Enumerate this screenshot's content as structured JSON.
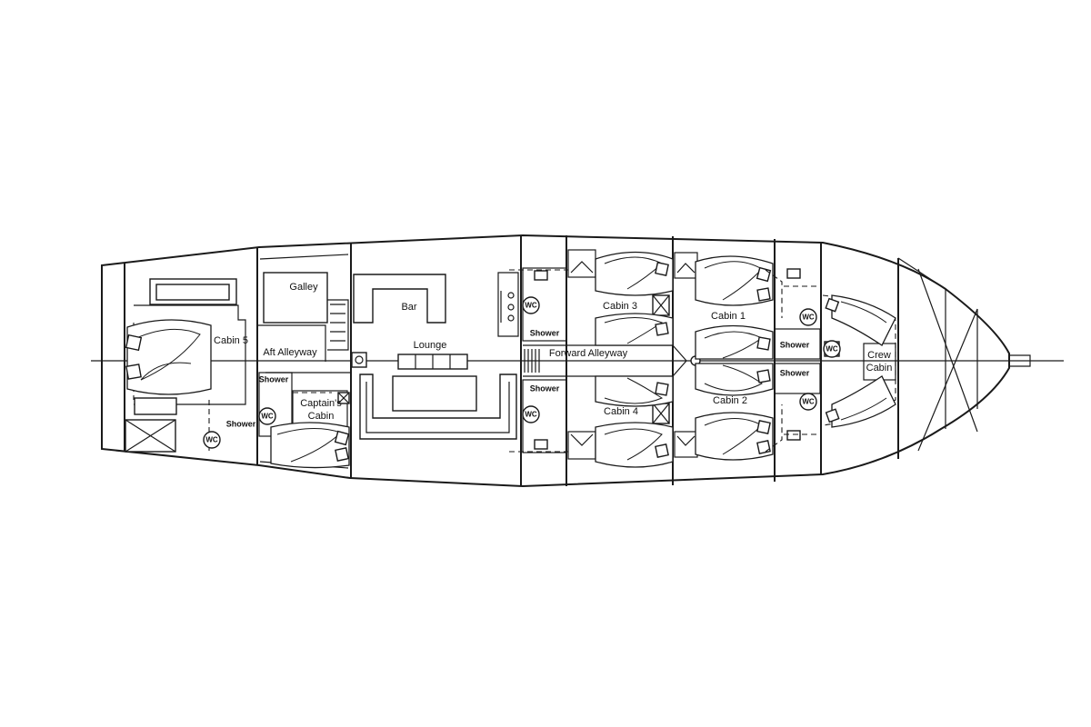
{
  "rooms": {
    "galley": "Galley",
    "bar": "Bar",
    "lounge": "Lounge",
    "cabin5": "Cabin 5",
    "aft_alleyway": "Aft Alleyway",
    "captains_cabin_1": "Captain's",
    "captains_cabin_2": "Cabin",
    "cabin3": "Cabin 3",
    "cabin4": "Cabin 4",
    "cabin1": "Cabin 1",
    "cabin2": "Cabin 2",
    "forward_alleyway": "Forward Alleyway",
    "crew_cabin_1": "Crew",
    "crew_cabin_2": "Cabin"
  },
  "shower_label": "Shower",
  "wc_label": "WC"
}
